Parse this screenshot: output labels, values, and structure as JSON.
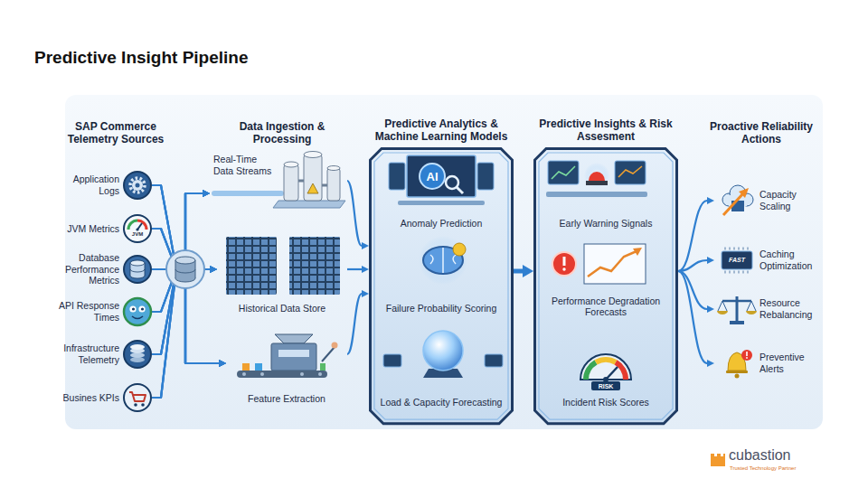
{
  "diagram": {
    "title": "Predictive Insight Pipeline",
    "nodes": [
      {
        "text": [
          "Application Logs"
        ]
      },
      {
        "text": [
          "JVM Metrics"
        ]
      },
      {
        "text": [
          "Database Performance Metrics"
        ]
      },
      {
        "text": [
          "API Response Times"
        ]
      },
      {
        "text": [
          "Infrastructure Telemetry"
        ]
      },
      {
        "text": [
          "Busines KPIs"
        ]
      },
      {
        "text": [
          "Real-Time Data Streams"
        ]
      },
      {
        "text": [
          "Historical Data Store"
        ]
      },
      {
        "text": [
          "Feature Extraction"
        ]
      },
      {
        "text": [
          "Predictive Analytics & Machine Learning Models"
        ]
      },
      {
        "text": [
          "Anomaly Prediction"
        ],
        "in": 9
      },
      {
        "text": [
          "Failure Probability Scoring"
        ],
        "in": 9
      },
      {
        "text": [
          "Load & Capacity Forecasting"
        ],
        "in": 9
      },
      {
        "text": [
          "Predictive Insights & Risk Assesment"
        ]
      },
      {
        "text": [
          "Early Warning Signals"
        ],
        "in": 13
      },
      {
        "text": [
          "Performance Degradation Forecasts"
        ],
        "in": 13
      },
      {
        "text": [
          "Incident Risk Scores"
        ],
        "in": 13
      },
      {
        "text": [
          "Capacity Scaling"
        ]
      },
      {
        "text": [
          "Caching Optimization"
        ]
      },
      {
        "text": [
          "Resource Rebalancing"
        ]
      },
      {
        "text": [
          "Preventive Alerts"
        ]
      }
    ],
    "edges": [
      {
        "from": 0,
        "to": 6,
        "arrow": "to"
      },
      {
        "from": 0,
        "to": 7,
        "arrow": "to"
      },
      {
        "from": 0,
        "to": 8,
        "arrow": "to"
      },
      {
        "from": 1,
        "to": 6,
        "arrow": "to"
      },
      {
        "from": 1,
        "to": 7,
        "arrow": "to"
      },
      {
        "from": 1,
        "to": 8,
        "arrow": "to"
      },
      {
        "from": 2,
        "to": 6,
        "arrow": "to"
      },
      {
        "from": 2,
        "to": 7,
        "arrow": "to"
      },
      {
        "from": 2,
        "to": 8,
        "arrow": "to"
      },
      {
        "from": 3,
        "to": 6,
        "arrow": "to"
      },
      {
        "from": 3,
        "to": 7,
        "arrow": "to"
      },
      {
        "from": 3,
        "to": 8,
        "arrow": "to"
      },
      {
        "from": 4,
        "to": 6,
        "arrow": "to"
      },
      {
        "from": 4,
        "to": 7,
        "arrow": "to"
      },
      {
        "from": 4,
        "to": 8,
        "arrow": "to"
      },
      {
        "from": 5,
        "to": 6,
        "arrow": "to"
      },
      {
        "from": 5,
        "to": 7,
        "arrow": "to"
      },
      {
        "from": 5,
        "to": 8,
        "arrow": "to"
      },
      {
        "from": 6,
        "to": 9,
        "arrow": "to"
      },
      {
        "from": 7,
        "to": 9,
        "arrow": "to"
      },
      {
        "from": 8,
        "to": 9,
        "arrow": "to"
      },
      {
        "from": 9,
        "to": 13,
        "arrow": "to"
      },
      {
        "from": 13,
        "to": 17,
        "arrow": "to"
      },
      {
        "from": 13,
        "to": 18,
        "arrow": "to"
      },
      {
        "from": 13,
        "to": 19,
        "arrow": "to"
      },
      {
        "from": 13,
        "to": 20,
        "arrow": "to"
      }
    ],
    "labels": [
      "SAP Commerce Telemetry Sources",
      "Data Ingestion & Processing",
      "Proactive Reliability Actions",
      "JVM",
      "AI",
      "RISK",
      "FAST",
      "cubastion",
      "Trusted Technology Partner"
    ]
  }
}
